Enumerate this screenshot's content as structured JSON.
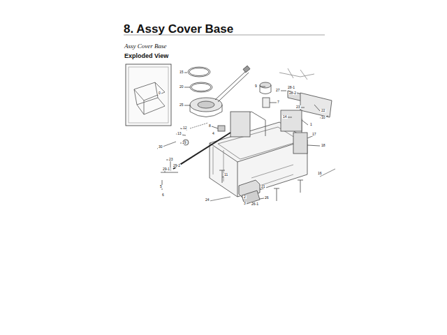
{
  "diagram": {
    "title": "8. Assy Cover Base",
    "labels": [
      "Assy Cover Base",
      "Exploded View",
      "0",
      "15",
      "20",
      "25",
      "9",
      "27",
      "28-1",
      "28-2",
      "7",
      "23",
      "22",
      "1",
      "8",
      "4",
      "14",
      "10",
      "17",
      "18",
      "12",
      "13",
      "19",
      "30",
      "11",
      "23",
      "29-2",
      "29-1",
      "5",
      "6",
      "21",
      "26",
      "26-1",
      "24",
      "2",
      "3",
      "16"
    ]
  }
}
